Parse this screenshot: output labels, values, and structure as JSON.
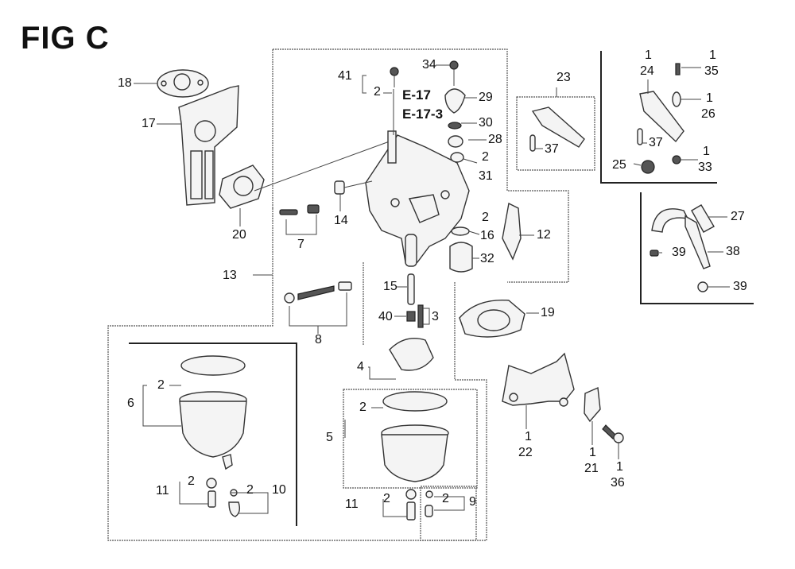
{
  "figure": {
    "title": "FIG C",
    "section_refs": [
      "E-17",
      "E-17-3"
    ]
  },
  "callouts": [
    {
      "id": "c18",
      "part": "18",
      "qty": ""
    },
    {
      "id": "c17",
      "part": "17",
      "qty": ""
    },
    {
      "id": "c20",
      "part": "20",
      "qty": ""
    },
    {
      "id": "c41",
      "part": "41",
      "qty": "2"
    },
    {
      "id": "c7",
      "part": "7",
      "qty": ""
    },
    {
      "id": "c14",
      "part": "14",
      "qty": ""
    },
    {
      "id": "c34",
      "part": "34",
      "qty": ""
    },
    {
      "id": "c29",
      "part": "29",
      "qty": ""
    },
    {
      "id": "c30",
      "part": "30",
      "qty": ""
    },
    {
      "id": "c28",
      "part": "28",
      "qty": ""
    },
    {
      "id": "c31",
      "part": "31",
      "qty": "2"
    },
    {
      "id": "c16",
      "part": "16",
      "qty": "2"
    },
    {
      "id": "c12",
      "part": "12",
      "qty": ""
    },
    {
      "id": "c32",
      "part": "32",
      "qty": ""
    },
    {
      "id": "c23",
      "part": "23",
      "qty": ""
    },
    {
      "id": "c37a",
      "part": "37",
      "qty": ""
    },
    {
      "id": "c24",
      "part": "24",
      "qty": "1"
    },
    {
      "id": "c35",
      "part": "35",
      "qty": "1"
    },
    {
      "id": "c26",
      "part": "26",
      "qty": "1"
    },
    {
      "id": "c37b",
      "part": "37",
      "qty": ""
    },
    {
      "id": "c25",
      "part": "25",
      "qty": ""
    },
    {
      "id": "c33",
      "part": "33",
      "qty": "1"
    },
    {
      "id": "c27",
      "part": "27",
      "qty": ""
    },
    {
      "id": "c38",
      "part": "38",
      "qty": ""
    },
    {
      "id": "c39a",
      "part": "39",
      "qty": ""
    },
    {
      "id": "c39b",
      "part": "39",
      "qty": ""
    },
    {
      "id": "c13",
      "part": "13",
      "qty": ""
    },
    {
      "id": "c8",
      "part": "8",
      "qty": ""
    },
    {
      "id": "c15",
      "part": "15",
      "qty": ""
    },
    {
      "id": "c40",
      "part": "40",
      "qty": ""
    },
    {
      "id": "c3",
      "part": "3",
      "qty": ""
    },
    {
      "id": "c19",
      "part": "19",
      "qty": ""
    },
    {
      "id": "c4",
      "part": "4",
      "qty": ""
    },
    {
      "id": "c6",
      "part": "6",
      "qty": "2"
    },
    {
      "id": "c5",
      "part": "5",
      "qty": "2"
    },
    {
      "id": "c22",
      "part": "22",
      "qty": "1"
    },
    {
      "id": "c21",
      "part": "21",
      "qty": "1"
    },
    {
      "id": "c36",
      "part": "36",
      "qty": "1"
    },
    {
      "id": "c11a",
      "part": "11",
      "qty": "2"
    },
    {
      "id": "c10",
      "part": "10",
      "qty": "2"
    },
    {
      "id": "c11b",
      "part": "11",
      "qty": "2"
    },
    {
      "id": "c9",
      "part": "9",
      "qty": "2"
    }
  ]
}
